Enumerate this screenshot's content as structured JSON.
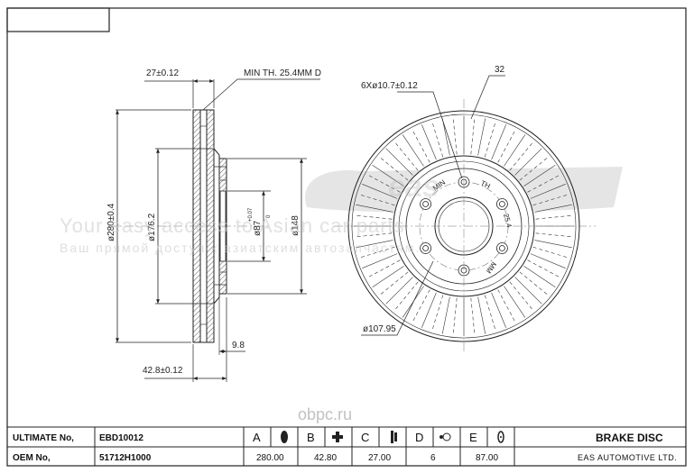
{
  "drawing": {
    "dims": {
      "width": "27±0.12",
      "min_th": "MIN TH. 25.4MM D",
      "outer_dia": "ø280±0.4",
      "hat_dia": "ø176.2",
      "bore_dia": "ø87",
      "bore_tol_top": "+0.07",
      "bore_tol_bot": "0",
      "inner_dia": "ø148",
      "flange": "9.8",
      "overall": "42.8±0.12",
      "holes": "6Xø10.7±0.12",
      "vanes": "32",
      "pcd": "ø107.95",
      "stamp_1": "MIN",
      "stamp_2": "TH",
      "stamp_3": "25.4",
      "stamp_4": "MM"
    },
    "watermark": {
      "line1": "Your easy access to Asian car parts",
      "line2": "Ваш прямой доступ к азиатским автозапчастям.",
      "logo": "eas",
      "site": "obpc.ru"
    }
  },
  "table": {
    "label_ultimate": "ULTIMATE No,",
    "ultimate_no": "EBD10012",
    "label_oem": "OEM No,",
    "oem_no": "51712H1000",
    "cols": [
      {
        "letter": "A",
        "value": "280.00"
      },
      {
        "letter": "B",
        "value": "42.80"
      },
      {
        "letter": "C",
        "value": "27.00"
      },
      {
        "letter": "D",
        "value": "6"
      },
      {
        "letter": "E",
        "value": "87.00"
      }
    ],
    "product": "BRAKE DISC",
    "company": "EAS AUTOMOTIVE LTD."
  }
}
